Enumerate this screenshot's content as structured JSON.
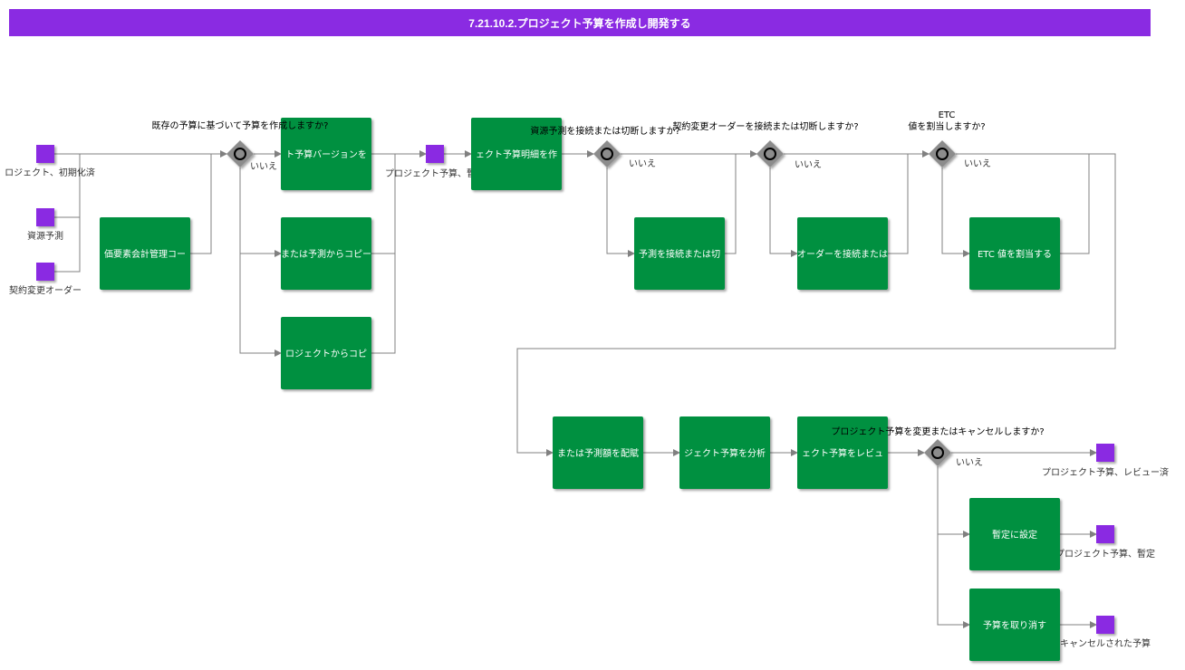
{
  "title": "7.21.10.2.プロジェクト予算を作成し開発する",
  "colors": {
    "title_bar": "#8a2be2",
    "task": "#03903f",
    "data_object": "#8a2be2",
    "gateway": "#8c8c8c",
    "connector": "#808080"
  },
  "data_objects": {
    "project_initialized": "ロジェクト、初期化済",
    "resource_forecast": "資源予測",
    "contract_change_order": "契約変更オーダー",
    "project_budget_interim": "プロジェクト予算、暫定",
    "project_budget_reviewed": "プロジェクト予算、レビュー済",
    "project_budget_interim_2": "プロジェクト予算、暫定",
    "cancelled_budget": "キャンセルされた予算"
  },
  "tasks": {
    "cost_element_code": "価要素会計管理コー",
    "create_budget_version": "ト予算バージョンを",
    "copy_from_forecast": "または予測からコピー",
    "copy_from_project": "ロジェクトからコピ",
    "create_budget_lines": "ェクト予算明細を作",
    "link_resource_forecast": "予測を接続または切",
    "link_change_order": "オーダーを接続または",
    "allocate_etc": "ETC 値を割当する",
    "distribute_forecast": "または予測額を配賦",
    "analyze_budget": "ジェクト予算を分析",
    "review_budget": "ェクト予算をレビュ",
    "set_interim": "暫定に設定",
    "cancel_budget": "予算を取り消す"
  },
  "gateways": {
    "based_on_existing": "既存の予算に基づいて予算を作成しますか?",
    "link_resource": "資源予測を接続または切断しますか?",
    "link_contract": "契約変更オーダーを接続または切断しますか?",
    "etc_line1": "ETC",
    "etc_line2": "値を割当しますか?",
    "change_or_cancel": "プロジェクト予算を変更またはキャンセルしますか?"
  },
  "labels": {
    "no": "いいえ"
  }
}
